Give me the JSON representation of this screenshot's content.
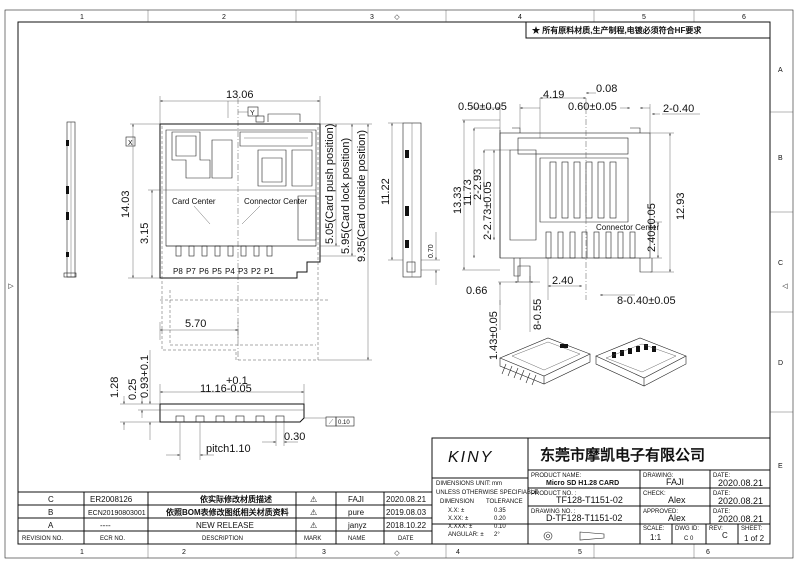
{
  "note": "★ 所有原料材质,生产制程,电镀必须符合HF要求",
  "border": {
    "cols_top": [
      "1",
      "2",
      "3",
      "4",
      "5",
      "6"
    ],
    "cols_bottom": [
      "1",
      "2",
      "3",
      "4",
      "5",
      "6"
    ],
    "rows_right": [
      "A",
      "B",
      "C",
      "D",
      "E"
    ]
  },
  "front_view": {
    "width": "13.06",
    "datum_y": "Y",
    "datum_x": "X",
    "height_total": "14.03",
    "card_center_label": "Card Center",
    "connector_center_label": "Connector Center",
    "h_315": "3.15",
    "h_505": "5.05(Card push position)",
    "h_595": "5.95(Card lock position)",
    "h_935": "9.35(Card outside position)",
    "h_1122": "11.22",
    "h_070": "0.70",
    "w_570": "5.70",
    "pins": [
      "P8",
      "P7",
      "P6",
      "P5",
      "P4",
      "P3",
      "P2",
      "P1"
    ]
  },
  "side_view": {
    "h_plus": "+0.1",
    "h_093": "0.93+0.1",
    "h_025": "0.25",
    "h_128": "1.28",
    "w_1116": "11.16-0.05",
    "w_030": "0.30",
    "pitch": "pitch1.10",
    "flatness": "0.10"
  },
  "footprint": {
    "d_419": "4.19",
    "d_008": "0.08",
    "d_050": "0.50±0.05",
    "d_060": "0.60±0.05",
    "d_2_040": "2-0.40",
    "d_1333": "13.33",
    "d_1173": "11.73",
    "d_2_293": "2-2.93",
    "d_2_273": "2-2.73±0.05",
    "connector_center": "Connector Center",
    "d_240_v": "2.40±0.05",
    "d_1293": "12.93",
    "d_066": "0.66",
    "d_240_h": "2.40",
    "d_055": "8-0.55",
    "d_8_040": "8-0.40±0.05",
    "d_143": "1.43±0.05"
  },
  "logo": "KINY",
  "company": "东莞市摩凯电子有限公司",
  "general": {
    "dimensions_unit_label": "DIMENSIONS UNIT:",
    "dimensions_unit": "mm",
    "unless": "UNLESS OTHERWISE SPECIFIABLE",
    "dimension_label": "DIMENSION",
    "tolerance_label": "TOLERANCE",
    "tol_rows": [
      {
        "d": "X.X: ±",
        "t": "0.35"
      },
      {
        "d": "X.XX: ±",
        "t": "0.20"
      },
      {
        "d": "X.XXX: ±",
        "t": "0.10"
      },
      {
        "d": "ANGULAR: ±",
        "t": "2°"
      }
    ]
  },
  "title_block": {
    "product_name_label": "PRODUCT NAME:",
    "product_name": "Micro SD H1.28  CARD",
    "product_no_label": "PRODUCT NO. :",
    "product_no": "TF128-T1151-02",
    "drawing_no_label": "DRAWING NO. :",
    "drawing_no": "D-TF128-T1151-02",
    "drawing_label": "DRAWING:",
    "drawing_by": "FAJI",
    "check_label": "CHECK:",
    "check_by": "Alex",
    "approved_label": "APPROVED:",
    "approved_by": "Alex",
    "date_label": "DATE:",
    "date1": "2020.08.21",
    "date2": "2020.08.21",
    "date3": "2020.08.21",
    "scale_label": "SCALE:",
    "scale": "1:1",
    "dwg_id_label": "DWG ID:",
    "dwg_id": "C 0",
    "rev_label": "REV:",
    "rev": "C",
    "sheet_label": "SHEET:",
    "sheet": "1 of 2"
  },
  "revisions": {
    "headers": [
      "REVISION NO.",
      "ECR NO.",
      "DESCRIPTION",
      "MARK",
      "NAME",
      "DATE"
    ],
    "rows": [
      {
        "rev": "C",
        "ecr": "ER2008126",
        "desc": "依实际修改材质描述",
        "mark": "⚠",
        "name": "FAJI",
        "date": "2020.08.21"
      },
      {
        "rev": "B",
        "ecr": "ECN20190803001",
        "desc": "依照BOM表修改图纸相关材质资料",
        "mark": "⚠",
        "name": "pure",
        "date": "2019.08.03"
      },
      {
        "rev": "A",
        "ecr": "----",
        "desc": "NEW RELEASE",
        "mark": "⚠",
        "name": "janyz",
        "date": "2018.10.22"
      }
    ]
  },
  "colors": {
    "line": "#111111",
    "paper": "#ffffff"
  }
}
